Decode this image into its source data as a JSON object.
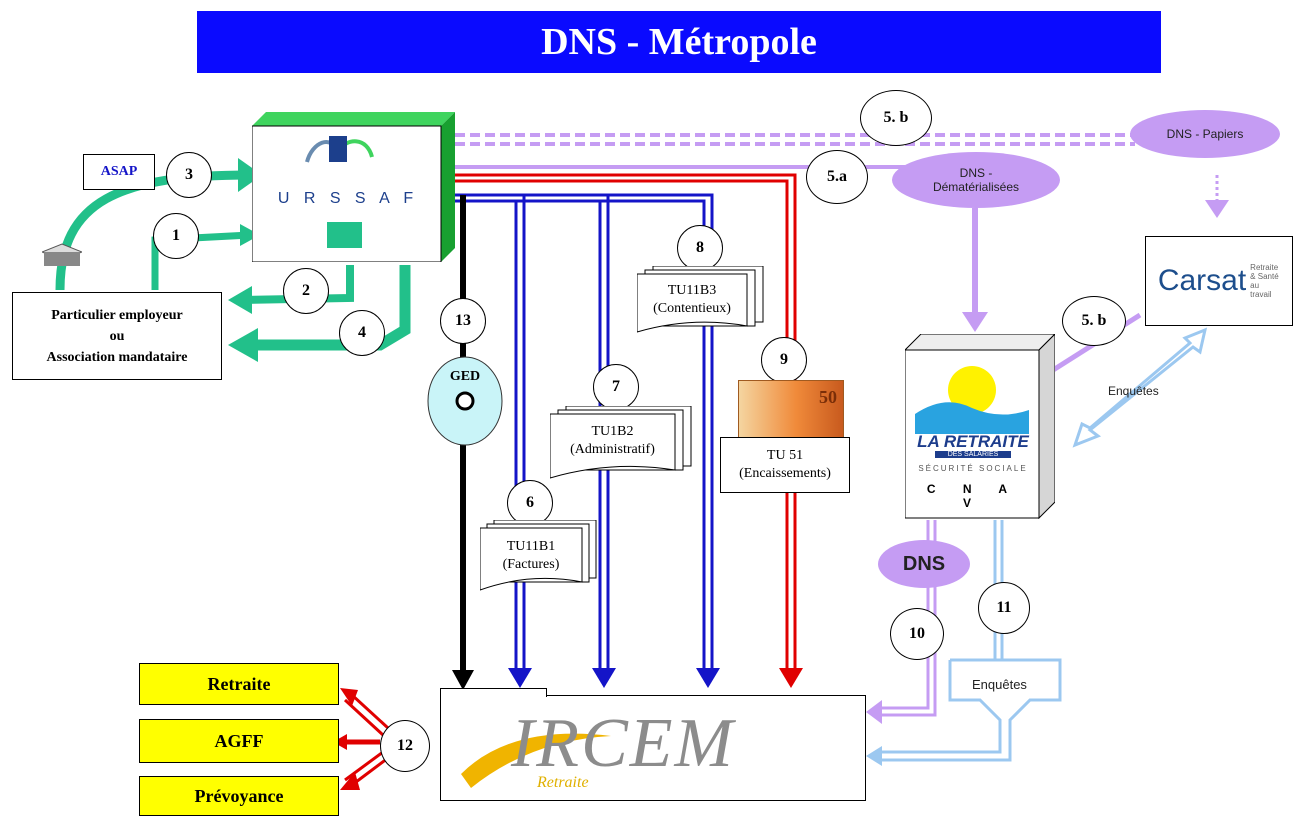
{
  "title": "DNS - Métropole",
  "nodes": {
    "asap": "ASAP",
    "employer_line1": "Particulier  employeur",
    "employer_line2": "ou",
    "employer_line3": "Association mandataire",
    "urssaf": "U R S S A F",
    "ged": "GED",
    "dns_papiers": "DNS - Papiers",
    "dns_dematerialisees": "DNS - Dématérialisées",
    "carsat": "Carsat",
    "carsat_sub": "Retraite & Santé au travail",
    "enquetes_top": "Enquêtes",
    "enquetes_bottom": "Enquêtes",
    "cnav_logo": "LA RETRAITE",
    "cnav_sub": "DES SALARIÉS",
    "cnav_secu": "SÉCURITÉ SOCIALE",
    "cnav_letters": "C N A V",
    "dns_bubble": "DNS",
    "ircem": "IRCEM",
    "ircem_sub": "Retraite"
  },
  "documents": {
    "tu11b3_title": "TU11B3",
    "tu11b3_sub": "(Contentieux)",
    "tu1b2_title": "TU1B2",
    "tu1b2_sub": "(Administratif)",
    "tu11b1_title": "TU11B1",
    "tu11b1_sub": "(Factures)",
    "tu51_title": "TU 51",
    "tu51_sub": "(Encaissements)",
    "banknote": "50"
  },
  "outputs": {
    "retraite": "Retraite",
    "agff": "AGFF",
    "prevoyance": "Prévoyance"
  },
  "steps": {
    "s1": "1",
    "s2": "2",
    "s3": "3",
    "s4": "4",
    "s5a": "5.a",
    "s5b_top": "5. b",
    "s5b_right": "5. b",
    "s6": "6",
    "s7": "7",
    "s8": "8",
    "s9": "9",
    "s10": "10",
    "s11": "11",
    "s12": "12",
    "s13": "13"
  },
  "colors": {
    "title_bg": "#0a0aff",
    "urssaf_green": "#22c08a",
    "blue_flow": "#1414c8",
    "red_flow": "#e00000",
    "violet_flow": "#c59cf3",
    "light_blue_flow": "#9cc8f0",
    "output_yellow": "#ffff00"
  }
}
